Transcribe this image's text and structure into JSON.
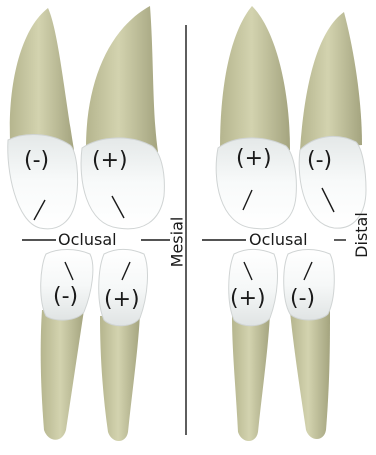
{
  "labels": {
    "occlusal_left": "Oclusal",
    "occlusal_right": "Oclusal",
    "mesial": "Mesial",
    "distal": "Distal"
  },
  "signs": {
    "upper_left_a": "(-)",
    "upper_left_b": "(+)",
    "upper_right_a": "(+)",
    "upper_right_b": "(-)",
    "lower_left_a": "(-)",
    "lower_left_b": "(+)",
    "lower_right_a": "(+)",
    "lower_right_b": "(-)"
  },
  "colors": {
    "tooth_root": "#c9c9a3",
    "tooth_root_shadow": "#a8a884",
    "crown": "#f4f6f6",
    "crown_shadow": "#d8dcdc",
    "line": "#1a1a1a"
  }
}
